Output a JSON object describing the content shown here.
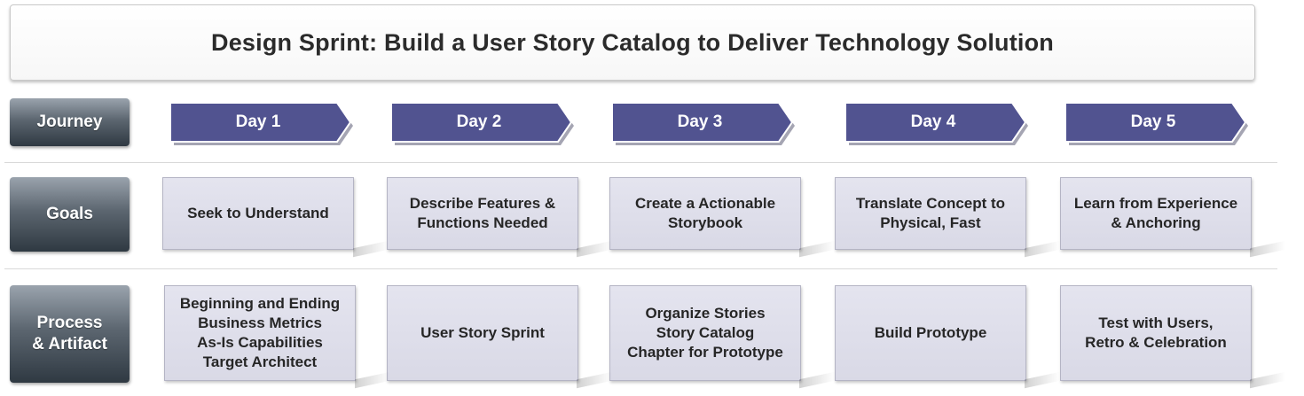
{
  "title": "Design Sprint: Build a User Story Catalog to Deliver Technology Solution",
  "rows": {
    "journey": "Journey",
    "goals": "Goals",
    "process": "Process\n& Artifact"
  },
  "days": [
    {
      "label": "Day 1",
      "goal": "Seek to Understand",
      "process": "Beginning and Ending\nBusiness Metrics\nAs-Is Capabilities\nTarget Architect"
    },
    {
      "label": "Day 2",
      "goal": "Describe Features &\nFunctions Needed",
      "process": "User Story Sprint"
    },
    {
      "label": "Day 3",
      "goal": "Create a Actionable\nStorybook",
      "process": "Organize Stories\nStory Catalog\nChapter for Prototype"
    },
    {
      "label": "Day 4",
      "goal": "Translate Concept to\nPhysical, Fast",
      "process": "Build Prototype"
    },
    {
      "label": "Day 5",
      "goal": "Learn from Experience\n& Anchoring",
      "process": "Test with Users,\nRetro & Celebration"
    }
  ],
  "colors": {
    "day_arrow_fill": "#515390",
    "card_fill": "#dedeea",
    "row_label_dark": "#2f3942"
  }
}
